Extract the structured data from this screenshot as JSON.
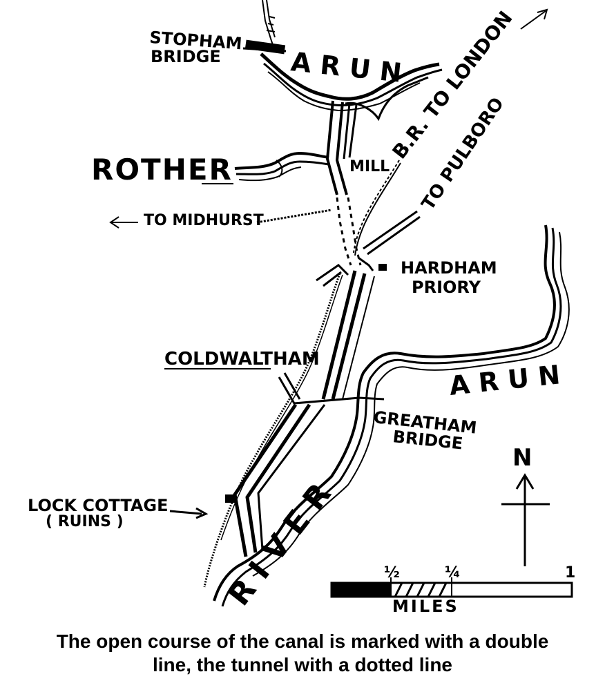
{
  "map": {
    "labels": {
      "stopham_bridge_line1": "STOPHAM",
      "stopham_bridge_line2": "BRIDGE",
      "arun_north": "A R U N",
      "rother": "ROTHER",
      "mill": "MILL",
      "br_to_london": "B.R. TO LONDON",
      "to_pulboro": "TO PULBORO",
      "to_midhurst": "TO MIDHURST",
      "hardham_priory_line1": "HARDHAM",
      "hardham_priory_line2": "PRIORY",
      "coldwaltham": "COLDWALTHAM",
      "arun_east": "A R U N",
      "greatham_bridge_line1": "GREATHAM",
      "greatham_bridge_line2": "BRIDGE",
      "north_marker": "N",
      "lock_cottage_line1": "LOCK COTTAGE",
      "lock_cottage_line2": "( RUINS )",
      "river": "R I V E R",
      "scale_half": "½",
      "scale_quarter": "¼",
      "scale_one": "1",
      "scale_units": "MILES"
    },
    "caption_line1": "The open course of the canal is marked with a double",
    "caption_line2": "line, the tunnel with a dotted line",
    "ink_color": "#000000",
    "paper_color": "#ffffff"
  }
}
